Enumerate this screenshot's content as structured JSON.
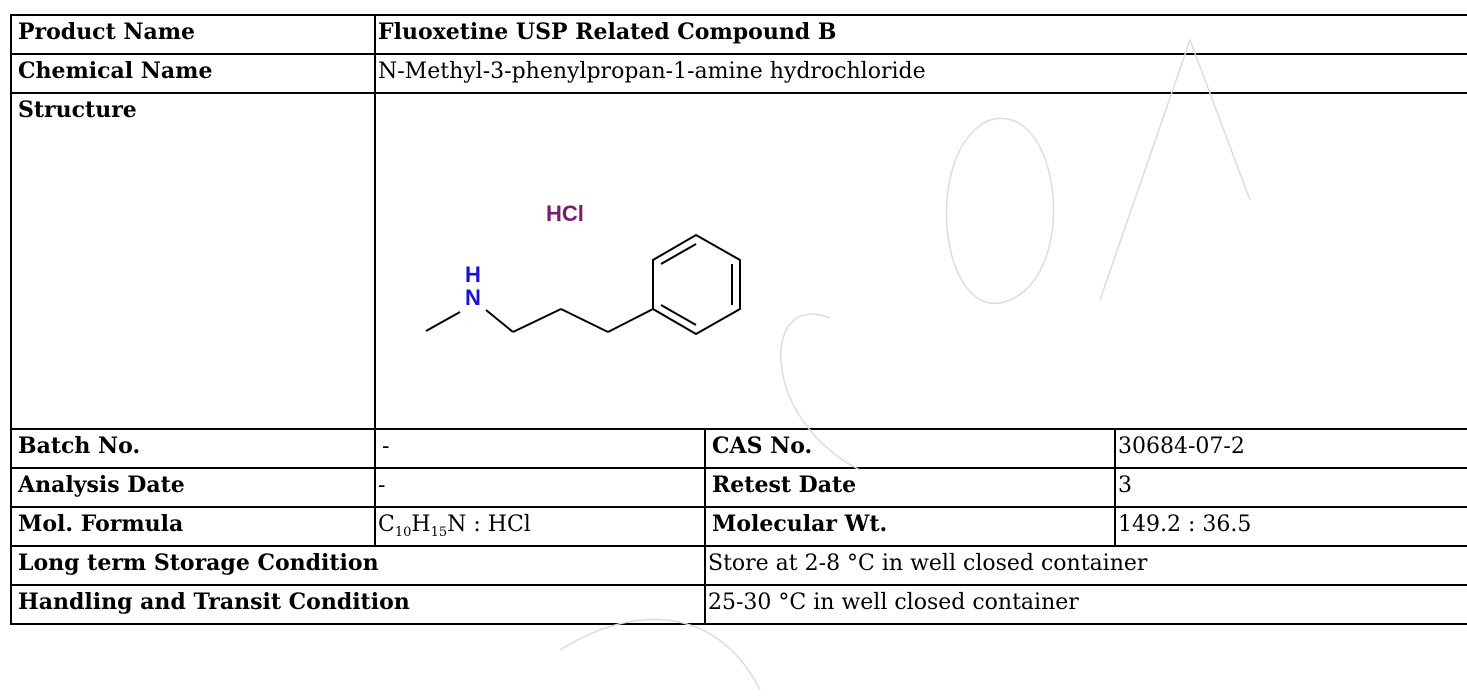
{
  "rows": {
    "product": {
      "label": "Product Name",
      "value": "Fluoxetine USP Related Compound B"
    },
    "chemical": {
      "label": "Chemical Name",
      "value": "N-Methyl-3-phenylpropan-1-amine hydrochloride"
    },
    "structure": {
      "label": "Structure",
      "hcl": "HCl",
      "amine_h": "H",
      "amine_n": "N"
    },
    "batch": {
      "label": "Batch No.",
      "value": "-"
    },
    "cas": {
      "label": "CAS No.",
      "value": "30684-07-2"
    },
    "analysis": {
      "label": "Analysis Date",
      "value": "-"
    },
    "retest": {
      "label": "Retest Date",
      "value": "3"
    },
    "formula": {
      "label": "Mol. Formula",
      "c": "C",
      "c_sub": "10",
      "h": "H",
      "h_sub": "15",
      "rest": "N : HCl"
    },
    "molwt": {
      "label": "Molecular Wt.",
      "value": "149.2 : 36.5"
    },
    "storage": {
      "label": "Long term Storage Condition",
      "value": "Store at 2-8 °C in well closed container"
    },
    "handling": {
      "label": "Handling and Transit Condition",
      "value": "25-30 °C in well closed container"
    }
  },
  "colors": {
    "hcl": "#7a1b6e",
    "amine": "#1414d8",
    "watermark": "#dcdcdc"
  }
}
